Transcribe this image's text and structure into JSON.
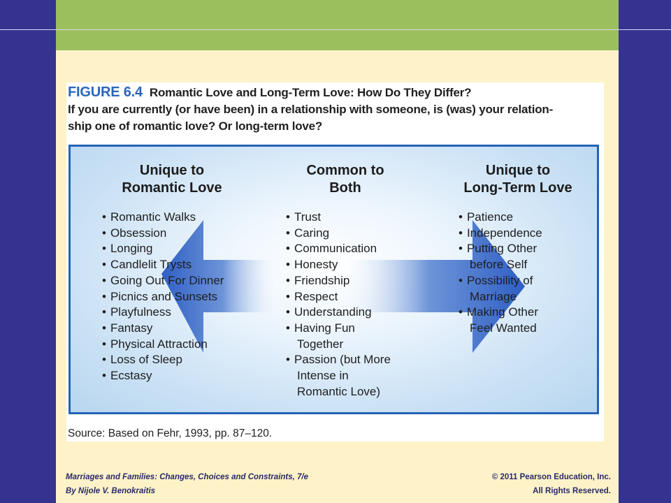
{
  "figure": {
    "number": "FIGURE 6.4",
    "title": "Romantic Love and Long-Term Love: How Do They Differ?",
    "question_line1": "If you are currently (or have been) in a relationship with someone, is (was) your relation-",
    "question_line2": "ship one of romantic love? Or long-term love?",
    "source": "Source: Based on Fehr, 1993, pp. 87–120."
  },
  "columns": {
    "left": {
      "title1": "Unique to",
      "title2": "Romantic Love",
      "items": [
        "Romantic Walks",
        "Obsession",
        "Longing",
        "Candlelit Trysts",
        "Going Out For Dinner",
        "Picnics and Sunsets",
        "Playfulness",
        "Fantasy",
        "Physical Attraction",
        "Loss of Sleep",
        "Ecstasy"
      ]
    },
    "middle": {
      "title1": "Common to",
      "title2": "Both",
      "items": [
        "Trust",
        "Caring",
        "Communication",
        "Honesty",
        "Friendship",
        "Respect",
        "Understanding",
        "Having Fun"
      ],
      "cont1": "Together",
      "item9": "Passion (but More",
      "cont2": "Intense in",
      "cont3": "Romantic Love)"
    },
    "right": {
      "title1": "Unique to",
      "title2": "Long-Term Love",
      "items": [
        "Patience",
        "Independence",
        "Putting Other"
      ],
      "cont1": "before Self",
      "item4": "Possibility of",
      "cont2": "Marriage",
      "item5": "Making Other",
      "cont3": "Feel Wanted"
    }
  },
  "footer": {
    "book_title": "Marriages and Families: Changes, Choices and Constraints, 7/e",
    "author": "By Nijole V. Benokraitis",
    "copyright": "© 2011 Pearson Education, Inc.",
    "rights": "All Rights Reserved."
  },
  "colors": {
    "sidebar": "#35338f",
    "top_bar": "#9cbf5e",
    "page": "#fdf2c8",
    "figure_accent": "#2c66b8",
    "arrow": "#2f5fc4"
  }
}
